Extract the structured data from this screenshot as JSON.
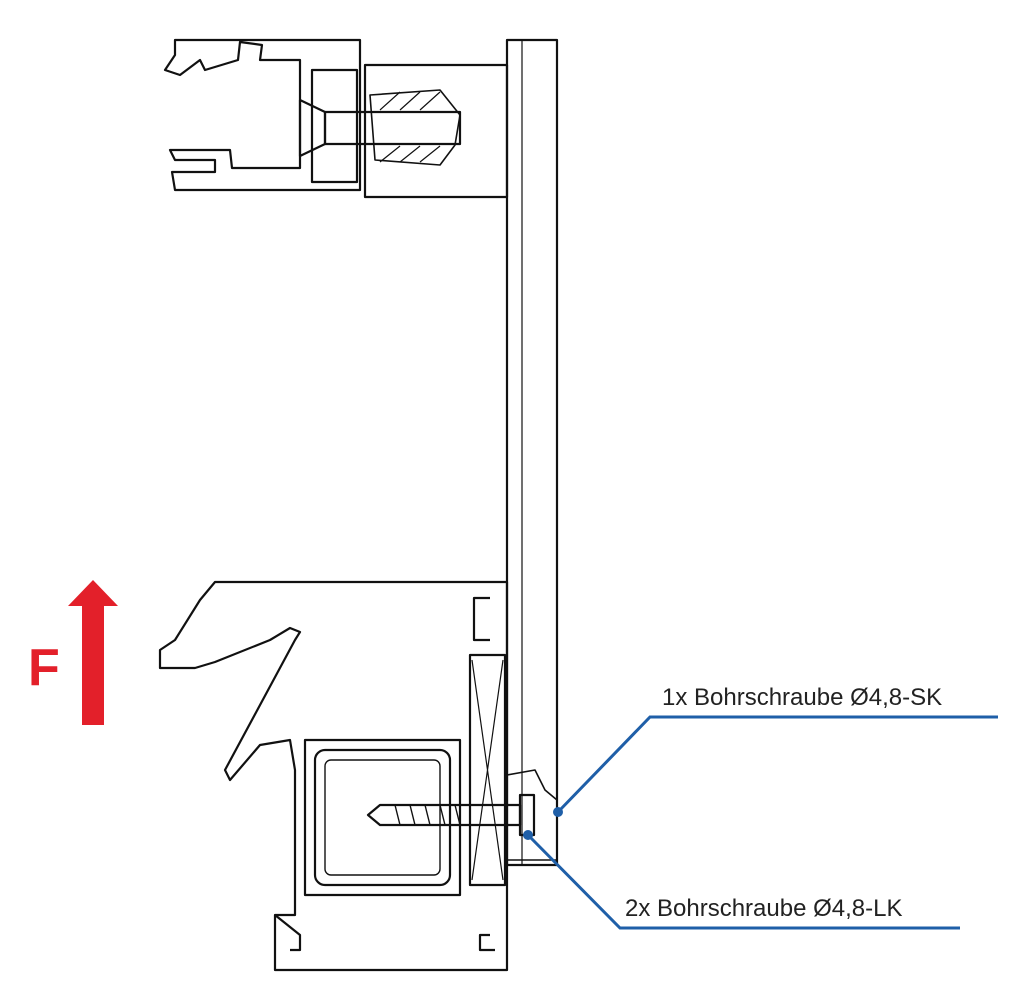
{
  "force_label": "F",
  "callouts": [
    {
      "text": "1x Bohrschraube Ø4,8-SK"
    },
    {
      "text": "2x Bohrschraube Ø4,8-LK"
    }
  ],
  "colors": {
    "force": "#e3202a",
    "leader": "#1f5fa8",
    "line": "#111111"
  }
}
